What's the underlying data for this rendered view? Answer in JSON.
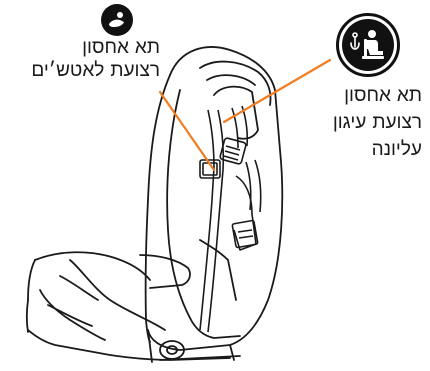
{
  "labels": {
    "left": {
      "line1": "תא אחסון",
      "line2": "רצועת לאטש׳ים"
    },
    "right": {
      "line1": "תא אחסון",
      "line2": "רצועת עיגון",
      "line3": "עליונה"
    }
  },
  "icons": {
    "left": "rear-facing-infant-icon",
    "right": "forward-facing-child-tether-icon"
  },
  "colors": {
    "leader_line": "#f07d22",
    "outline": "#1a1a1a",
    "icon_fill": "#111111"
  }
}
